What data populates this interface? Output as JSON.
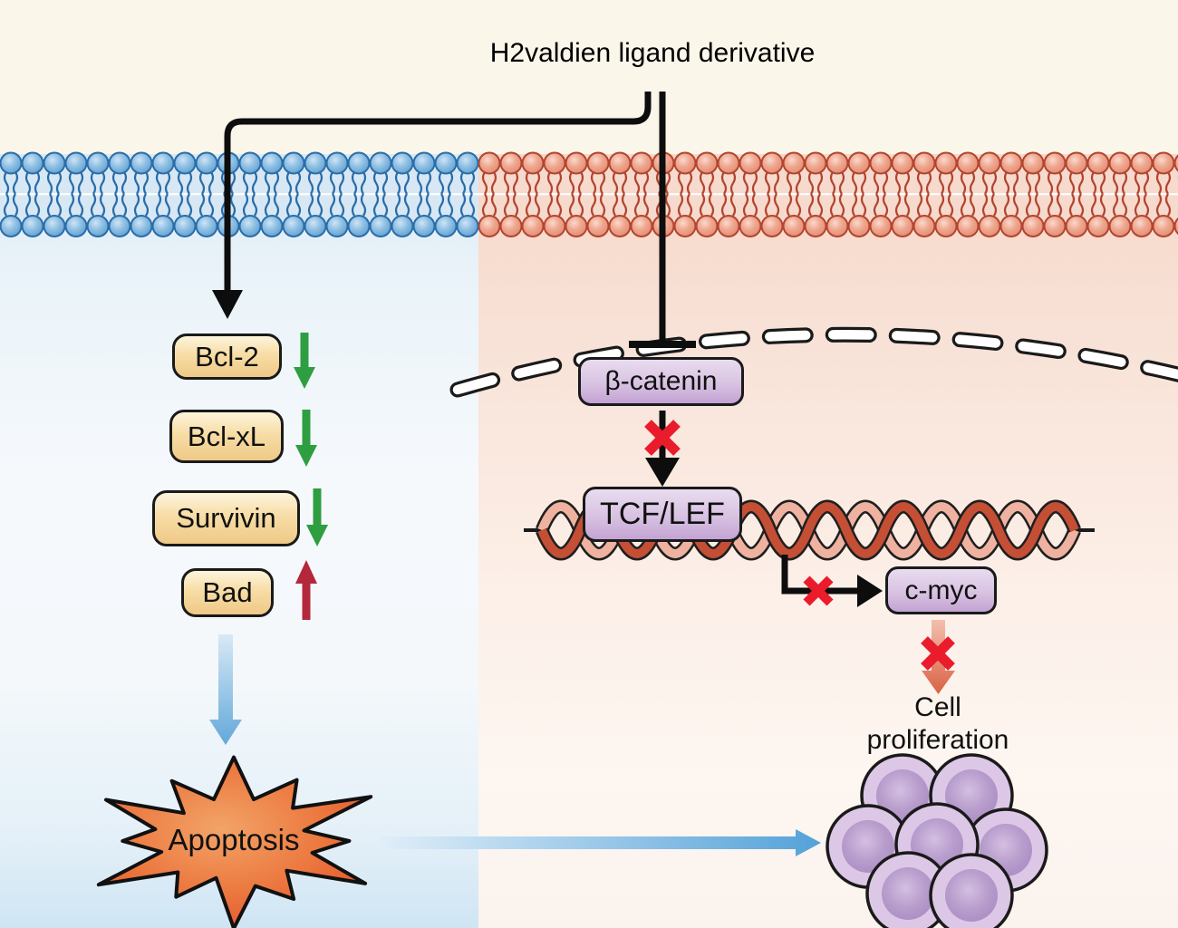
{
  "title": "H2valdien ligand derivative",
  "left_pathway": {
    "proteins": [
      {
        "label": "Bcl-2",
        "regulation": "decreased"
      },
      {
        "label": "Bcl-xL",
        "regulation": "decreased"
      },
      {
        "label": "Survivin",
        "regulation": "decreased"
      },
      {
        "label": "Bad",
        "regulation": "increased"
      }
    ],
    "outcome_label": "Apoptosis"
  },
  "right_pathway": {
    "inhibited_node": "β-catenin",
    "transcription_factor": "TCF/LEF",
    "target_gene": "c-myc",
    "outcome_label": "Cell proliferation"
  },
  "colors": {
    "membrane_left": "#5b9bce",
    "membrane_right": "#e0876d",
    "protein_box": "#f2cf90",
    "pathway_box": "#cfb2db",
    "down_arrow": "#2e9e40",
    "up_arrow": "#b5273a",
    "blocked_x": "#ea1c2c",
    "apoptosis_burst": "#e8602f",
    "cell_fill": "#c9aed9"
  }
}
